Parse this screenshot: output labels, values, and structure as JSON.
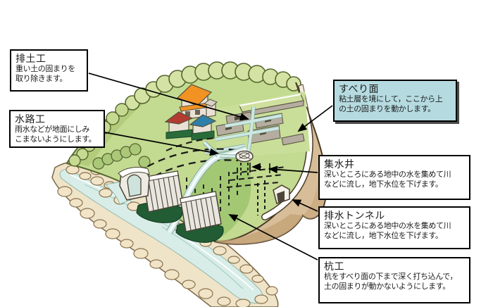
{
  "labels": {
    "haidoko": {
      "title": "排土工",
      "line1": "重い土の固まりを",
      "line2": "取り除きます。"
    },
    "suiroko": {
      "title": "水路工",
      "line1": "雨水などが地面にしみ",
      "line2": "こまないようにします。"
    },
    "suberimen": {
      "title": "すべり面",
      "line1": "粘土層を境にして，ここから上",
      "line2": "の土の固まりを動かします。"
    },
    "shusuisei": {
      "title": "集水井",
      "line1": "深いところにある地中の水を集めて川",
      "line2": "などに流し，地下水位を下げます。"
    },
    "haisui": {
      "title": "排水トンネル",
      "line1": "深いところにある地中の水を集めて川",
      "line2": "などに流し，地下水位を下げます。"
    },
    "kuiko": {
      "title": "杭工",
      "line1": "杭をすべり面の下まで深く打ち込んで，",
      "line2": "土の固まりが動かないようにします。"
    }
  },
  "colors": {
    "highlight_box_bg": "#b5dbe1",
    "box_border": "#000000",
    "hill_green": "#c3da91",
    "bush_green": "#d4e3a4",
    "slope_green_dark": "#b2cc7c",
    "field_strip_green": "#a3c873",
    "hedge_green": "#215c34",
    "earth_tan": "#d7bd98",
    "earth_tan_shade": "#c4a277",
    "river_water": "#d8ede7",
    "rock_tan": "#f2e4c6",
    "wall_gray": "#e9e6df",
    "step_gray": "#b5ad9f",
    "roof_orange": "#f19223",
    "roof_red": "#b23c30",
    "roof_blue": "#2e7fa9",
    "leader_line": "#000000"
  }
}
